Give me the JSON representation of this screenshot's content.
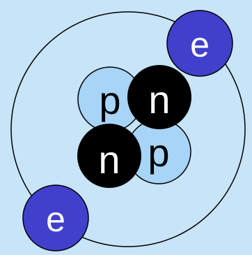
{
  "colors": {
    "background": "#c8e4f8",
    "orbit": "#000000",
    "proton": "#a8d4f8",
    "neutron": "#000000",
    "electron": "#4040cc",
    "light_text": "#ffffff",
    "dark_text": "#000000"
  },
  "particles": {
    "proton_1": "p",
    "neutron_1": "n",
    "proton_2": "p",
    "neutron_2": "n",
    "electron_1": "e",
    "electron_2": "e"
  }
}
